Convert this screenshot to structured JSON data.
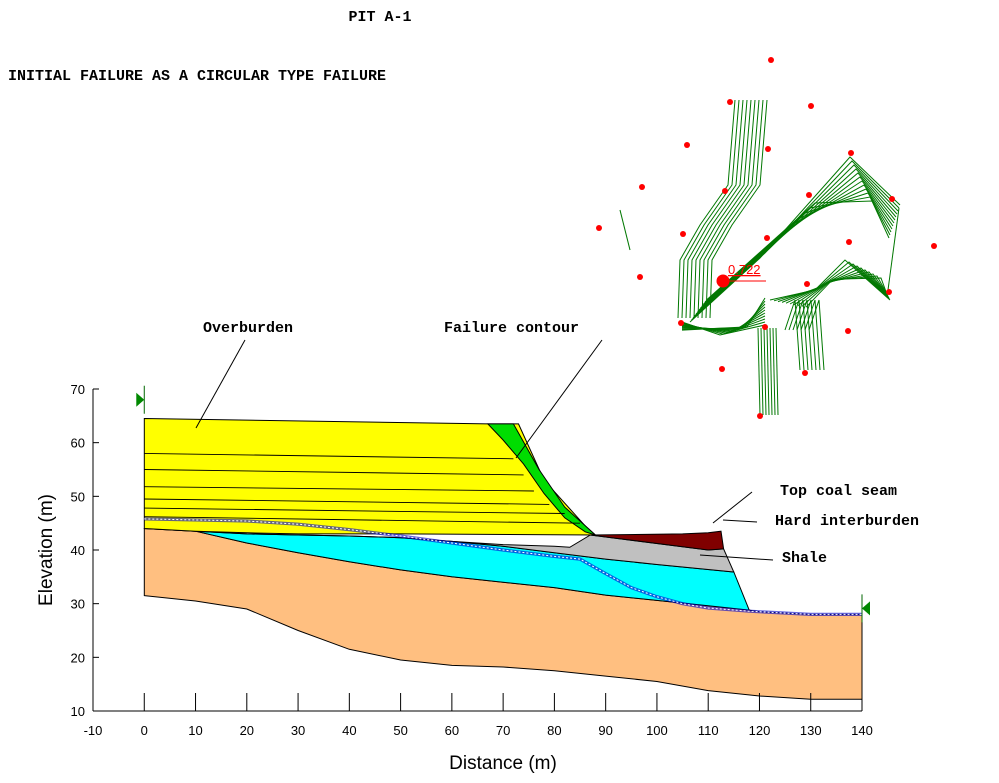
{
  "title": "PIT A-1",
  "subtitle": "INITIAL FAILURE AS A CIRCULAR TYPE FAILURE",
  "colors": {
    "overburden": "#ffff00",
    "failure_mass": "#00dd00",
    "interburden": "#c0c0c0",
    "shale": "#00ffff",
    "base": "#ffbf80",
    "coal": "#800000",
    "contours": "#007700",
    "grid_points": "#ff0000",
    "slip_surface": "#0000cc"
  },
  "icons": {
    "left_limit": "green-triangle-right-icon",
    "right_limit": "green-triangle-left-icon"
  },
  "annotations": {
    "overburden": "Overburden",
    "failure_contour": "Failure contour",
    "top_coal_seam": "Top coal seam",
    "hard_interburden": "Hard interburden",
    "shale": "Shale"
  },
  "chart_data": {
    "type": "cross-section",
    "xlabel": "Distance (m)",
    "ylabel": "Elevation (m)",
    "xlim": [
      -10,
      140
    ],
    "ylim": [
      10,
      70
    ],
    "xticks": [
      "-10",
      "0",
      "10",
      "20",
      "30",
      "40",
      "50",
      "60",
      "70",
      "80",
      "90",
      "100",
      "110",
      "120",
      "130",
      "140"
    ],
    "yticks": [
      "10",
      "20",
      "30",
      "40",
      "50",
      "60",
      "70"
    ],
    "factor_of_safety": "0.722",
    "regions": [
      {
        "name": "base",
        "polygon": [
          [
            0,
            31.5
          ],
          [
            10,
            30.5
          ],
          [
            20,
            29
          ],
          [
            30,
            25
          ],
          [
            40,
            21.5
          ],
          [
            50,
            19.5
          ],
          [
            60,
            18.5
          ],
          [
            70,
            18.2
          ],
          [
            80,
            17.5
          ],
          [
            90,
            16.5
          ],
          [
            100,
            15.5
          ],
          [
            110,
            13.8
          ],
          [
            120,
            12.8
          ],
          [
            130,
            12.2
          ],
          [
            140,
            12.2
          ],
          [
            140,
            28
          ],
          [
            130,
            28
          ],
          [
            120,
            28.5
          ],
          [
            118,
            28.8
          ],
          [
            110,
            29.6
          ],
          [
            100,
            30.6
          ],
          [
            90,
            31.6
          ],
          [
            80,
            33
          ],
          [
            70,
            34
          ],
          [
            60,
            35
          ],
          [
            50,
            36.3
          ],
          [
            40,
            37.8
          ],
          [
            30,
            39.5
          ],
          [
            20,
            41.3
          ],
          [
            10,
            43.5
          ],
          [
            0,
            44
          ]
        ]
      },
      {
        "name": "shale",
        "polygon": [
          [
            0,
            44
          ],
          [
            10,
            43.5
          ],
          [
            20,
            41.3
          ],
          [
            30,
            39.5
          ],
          [
            40,
            37.8
          ],
          [
            50,
            36.3
          ],
          [
            60,
            35
          ],
          [
            70,
            34
          ],
          [
            80,
            33
          ],
          [
            90,
            31.6
          ],
          [
            100,
            30.6
          ],
          [
            110,
            29.6
          ],
          [
            118,
            28.8
          ],
          [
            115,
            35.9
          ],
          [
            100,
            37.3
          ],
          [
            90,
            38.3
          ],
          [
            80,
            39.5
          ],
          [
            70,
            40.7
          ],
          [
            60,
            41.6
          ],
          [
            50,
            42.3
          ],
          [
            40,
            42.6
          ],
          [
            30,
            42.8
          ],
          [
            20,
            43
          ],
          [
            10,
            43.5
          ]
        ]
      },
      {
        "name": "interburden",
        "polygon": [
          [
            10,
            43.5
          ],
          [
            20,
            43
          ],
          [
            30,
            42.8
          ],
          [
            40,
            42.6
          ],
          [
            50,
            42.3
          ],
          [
            60,
            41.6
          ],
          [
            70,
            41
          ],
          [
            80,
            40.7
          ],
          [
            83,
            40.5
          ],
          [
            87,
            42.8
          ],
          [
            110,
            40
          ],
          [
            113,
            40.2
          ],
          [
            115,
            35.9
          ],
          [
            100,
            37.3
          ],
          [
            90,
            38.3
          ],
          [
            80,
            39.5
          ],
          [
            70,
            40.7
          ],
          [
            60,
            41.6
          ],
          [
            50,
            42.3
          ],
          [
            40,
            42.6
          ],
          [
            30,
            42.8
          ],
          [
            20,
            43
          ]
        ]
      },
      {
        "name": "coal",
        "polygon": [
          [
            87,
            42.8
          ],
          [
            105,
            43
          ],
          [
            110,
            43.2
          ],
          [
            112.5,
            43.5
          ],
          [
            113,
            40.2
          ],
          [
            110,
            40
          ]
        ]
      },
      {
        "name": "overburden",
        "polygon": [
          [
            0,
            64.5
          ],
          [
            67,
            63.5
          ],
          [
            73,
            63.5
          ],
          [
            78,
            53
          ],
          [
            86,
            44.5
          ],
          [
            88,
            42.8
          ],
          [
            50,
            43
          ],
          [
            30,
            43
          ],
          [
            20,
            43.2
          ],
          [
            10,
            43.5
          ],
          [
            0,
            44
          ]
        ]
      },
      {
        "name": "failure_mass",
        "polygon": [
          [
            67,
            63.5
          ],
          [
            72,
            63.5
          ],
          [
            77,
            55
          ],
          [
            82,
            48
          ],
          [
            88,
            42.8
          ],
          [
            86,
            43.4
          ],
          [
            82,
            46
          ],
          [
            78,
            50.5
          ],
          [
            74,
            56
          ],
          [
            70,
            60.5
          ]
        ]
      }
    ],
    "layer_lines": [
      [
        [
          0,
          58
        ],
        [
          72,
          57
        ]
      ],
      [
        [
          0,
          55
        ],
        [
          74,
          54
        ]
      ],
      [
        [
          0,
          51.8
        ],
        [
          76,
          51
        ]
      ],
      [
        [
          0,
          49.5
        ],
        [
          79,
          48.5
        ]
      ],
      [
        [
          0,
          47.8
        ],
        [
          82,
          46.8
        ]
      ],
      [
        [
          0,
          46.2
        ],
        [
          85,
          45
        ]
      ]
    ],
    "slip_surface": [
      [
        0,
        45.8
      ],
      [
        20,
        45.4
      ],
      [
        30,
        44.8
      ],
      [
        40,
        43.8
      ],
      [
        50,
        42.6
      ],
      [
        60,
        41.3
      ],
      [
        70,
        40
      ],
      [
        80,
        38.8
      ],
      [
        85,
        38.3
      ],
      [
        90,
        35.6
      ],
      [
        95,
        33
      ],
      [
        100,
        31.3
      ],
      [
        105,
        30
      ],
      [
        110,
        29.2
      ],
      [
        118,
        28.6
      ],
      [
        130,
        28
      ],
      [
        140,
        28
      ]
    ],
    "limits": [
      {
        "x": 0,
        "y": 68
      },
      {
        "x": 140,
        "y": 28
      }
    ]
  }
}
